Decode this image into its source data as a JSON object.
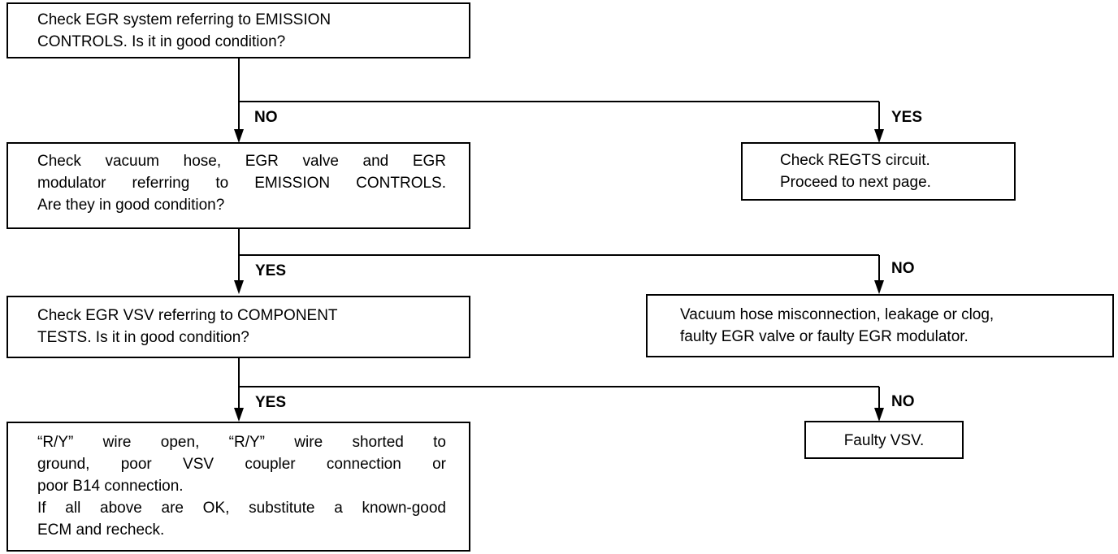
{
  "boxes": {
    "check_egr_system": "Check EGR system referring to EMISSION\nCONTROLS.  Is it in good condition?",
    "check_vacuum_hose": [
      "Check vacuum hose, EGR valve and EGR",
      "modulator referring to EMISSION CONTROLS.",
      "Are they in good condition?"
    ],
    "check_regts": "Check REGTS circuit.\nProceed to next page.",
    "check_egr_vsv": "Check EGR VSV referring to COMPONENT\nTESTS.  Is it in good condition?",
    "vacuum_fault": "Vacuum hose misconnection, leakage or clog,\nfaulty EGR valve or faulty EGR modulator.",
    "faulty_vsv": "Faulty VSV.",
    "ry_wire": [
      "“R/Y” wire open, “R/Y” wire shorted to",
      "ground, poor VSV coupler connection or",
      "poor B14 connection.",
      "If all above are OK, substitute a known-good",
      "ECM and recheck."
    ]
  },
  "labels": {
    "no_1": "NO",
    "yes_1": "YES",
    "yes_2": "YES",
    "no_2": "NO",
    "yes_3": "YES",
    "no_3": "NO"
  }
}
